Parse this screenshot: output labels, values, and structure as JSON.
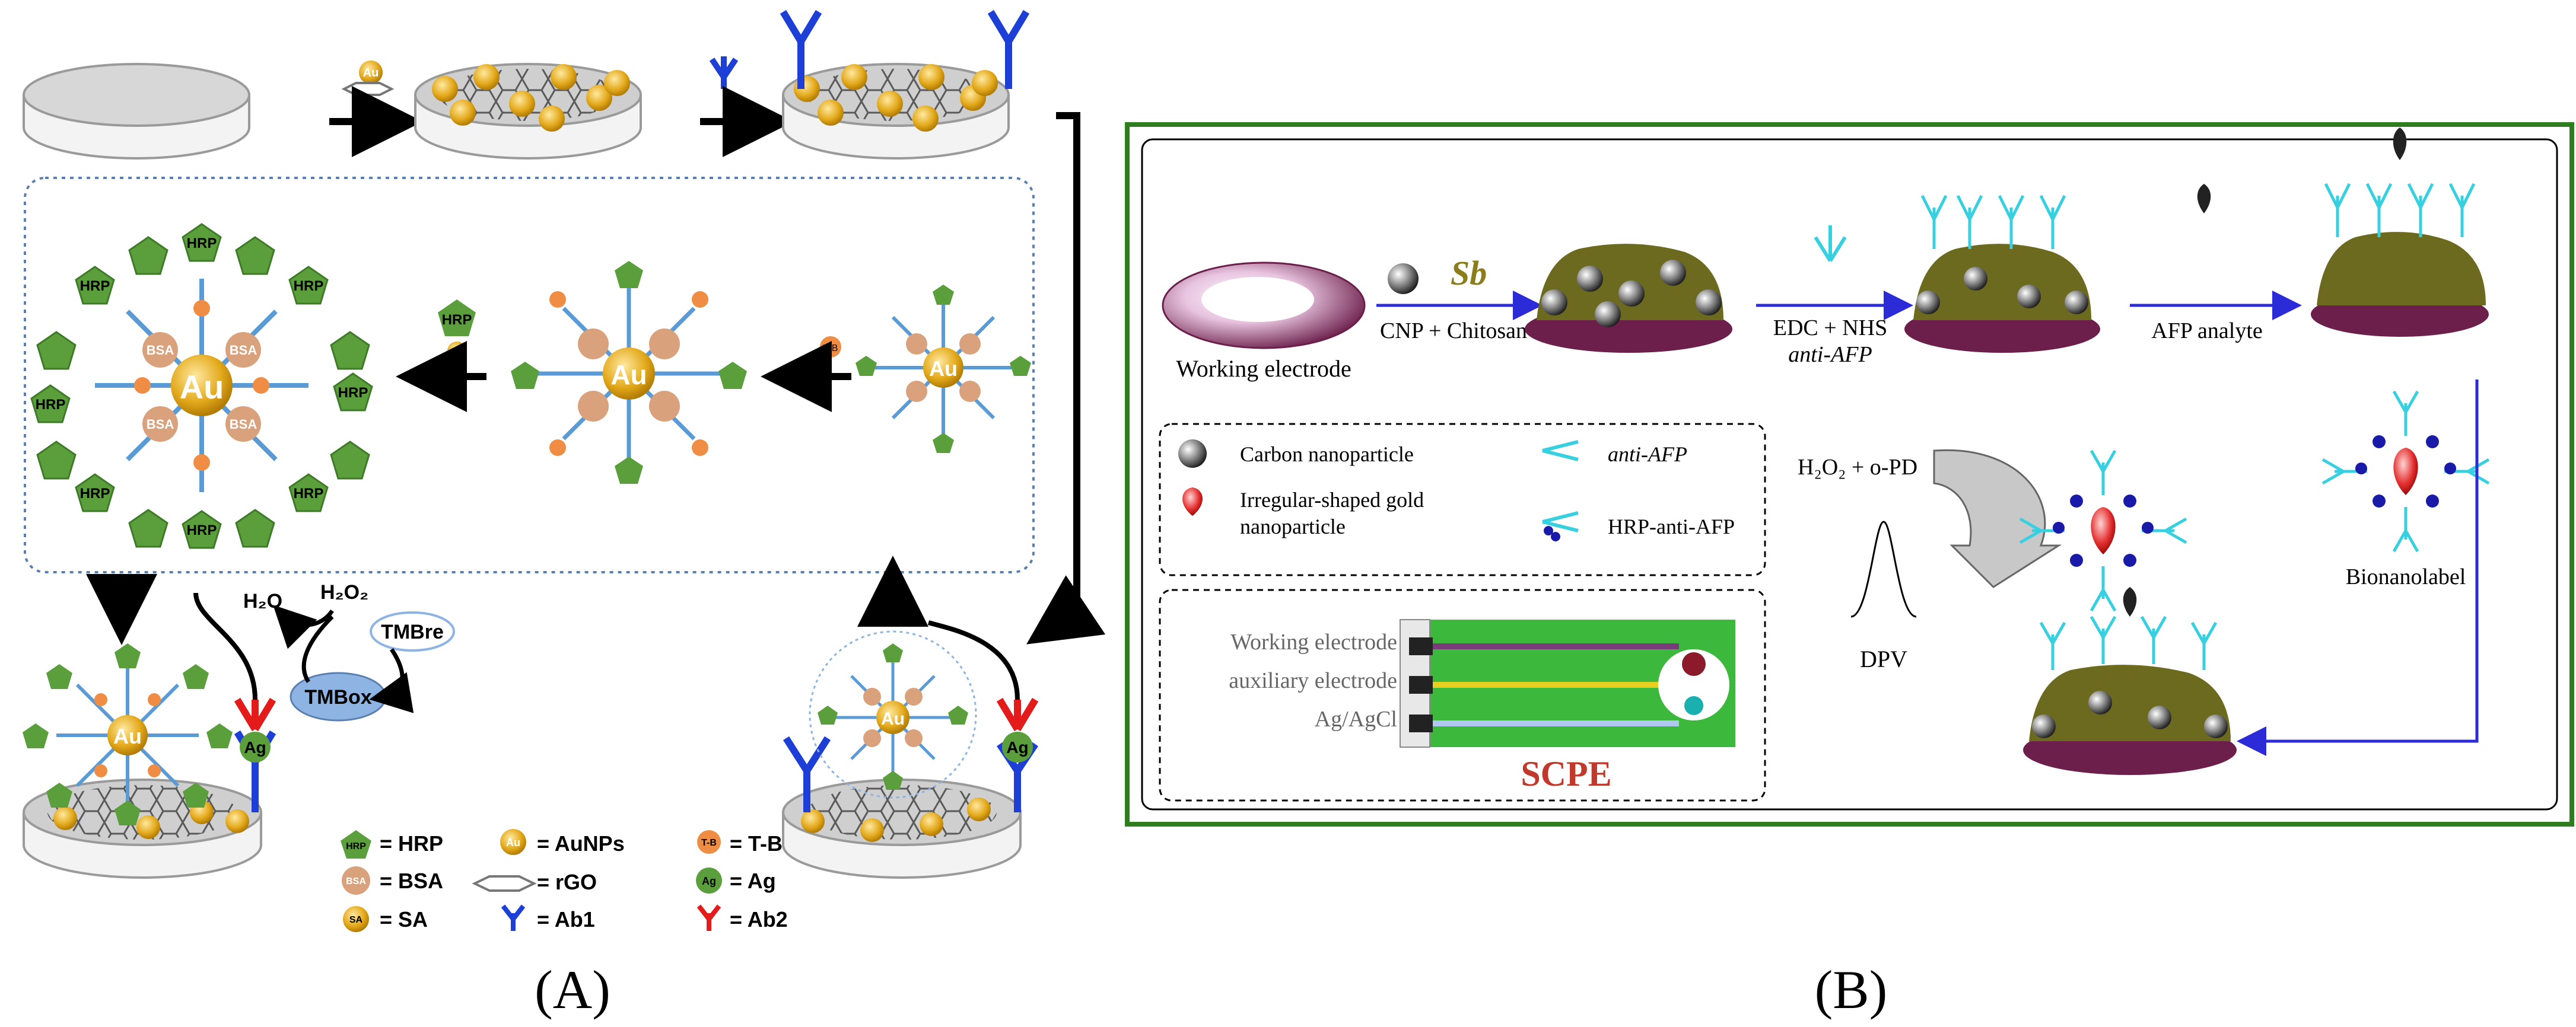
{
  "panel_a": {
    "caption": "(A)",
    "labels": {
      "au": "Au",
      "hrp": "HRP",
      "bsa": "BSA",
      "tb": "T-B",
      "sa": "SA",
      "ag": "Ag",
      "h2o": "H₂O",
      "h2o2": "H₂O₂",
      "tmb_re": "TMBre",
      "tmb_ox": "TMBox"
    },
    "legend": [
      {
        "icon": "HRP",
        "text": "= HRP"
      },
      {
        "icon": "BSA",
        "text": "= BSA"
      },
      {
        "icon": "SA",
        "text": "= SA"
      },
      {
        "icon": "Au",
        "text": "= AuNPs"
      },
      {
        "icon": "",
        "text": "= rGO"
      },
      {
        "icon": "",
        "text": "= Ab1"
      },
      {
        "icon": "T-B",
        "text": "= T-B"
      },
      {
        "icon": "Ag",
        "text": "= Ag"
      },
      {
        "icon": "",
        "text": "= Ab2"
      }
    ],
    "colors": {
      "au": "#e3a91b",
      "hrp": "#5b9e3c",
      "bsa": "#d9a27c",
      "tb": "#ef8d44",
      "ab1": "#1d3fd6",
      "ab2": "#e41b1b",
      "tmb_ox": "#8db4e2",
      "link": "#5b9bd5"
    }
  },
  "panel_b": {
    "caption": "(B)",
    "labels": {
      "working_electrode": "Working electrode",
      "cnp_chitosan": "CNP + Chitosan",
      "sb": "Sb",
      "edc_nhs": "EDC + NHS",
      "anti_afp_step": "anti-AFP",
      "afp_analyte": "AFP analyte",
      "bionanolabel": "Bionanolabel",
      "h2o2_opd": "H₂O₂ + o-PD",
      "dpv": "DPV",
      "scpe": "SCPE"
    },
    "legend": [
      {
        "text": "Carbon nanoparticle"
      },
      {
        "text": "anti-AFP"
      },
      {
        "text": "Irregular-shaped gold"
      },
      {
        "text": "nanoparticle"
      },
      {
        "text": "HRP-anti-AFP"
      }
    ],
    "scpe_labels": [
      "Working electrode",
      "auxiliary electrode",
      "Ag/AgCl"
    ],
    "colors": {
      "frame": "#2e7d1e",
      "arrow": "#2b2bd8",
      "antibody": "#36d0e0",
      "scpe_board": "#3cb93c",
      "scpe_text": "#c0392b",
      "hrp": "#1a1aa8"
    }
  }
}
